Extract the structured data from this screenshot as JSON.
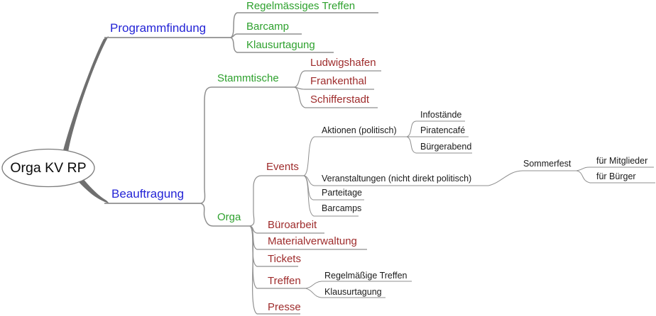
{
  "palette": {
    "level1_text": "#2424d6",
    "level2_text": "#2ea12e",
    "level3_text": "#9e2b2b",
    "level4_text": "#1a1a1a",
    "edge_line": "#8f8f8f",
    "root_trunk": "#6f6f6f",
    "background": "#ffffff"
  },
  "root": {
    "label": "Orga KV RP"
  },
  "nodes": {
    "programmfindung": {
      "label": "Programmfindung",
      "parent": "root"
    },
    "regelmaessiges_treffen": {
      "label": "Regelmässiges Treffen",
      "parent": "programmfindung"
    },
    "barcamp": {
      "label": "Barcamp",
      "parent": "programmfindung"
    },
    "klausurtagung_prog": {
      "label": "Klausurtagung",
      "parent": "programmfindung"
    },
    "beauftragung": {
      "label": "Beauftragung",
      "parent": "root"
    },
    "stammtische": {
      "label": "Stammtische",
      "parent": "beauftragung"
    },
    "ludwigshafen": {
      "label": "Ludwigshafen",
      "parent": "stammtische"
    },
    "frankenthal": {
      "label": "Frankenthal",
      "parent": "stammtische"
    },
    "schifferstadt": {
      "label": "Schifferstadt",
      "parent": "stammtische"
    },
    "orga": {
      "label": "Orga",
      "parent": "beauftragung"
    },
    "events": {
      "label": "Events",
      "parent": "orga"
    },
    "aktionen": {
      "label": "Aktionen (politisch)",
      "parent": "events"
    },
    "infostaende": {
      "label": "Infostände",
      "parent": "aktionen"
    },
    "piratencafe": {
      "label": "Piratencafé",
      "parent": "aktionen"
    },
    "buergerabend": {
      "label": "Bürgerabend",
      "parent": "aktionen"
    },
    "veranstaltungen": {
      "label": "Veranstaltungen (nicht direkt politisch)",
      "parent": "events"
    },
    "sommerfest": {
      "label": "Sommerfest",
      "parent": "veranstaltungen"
    },
    "fuer_mitglieder": {
      "label": "für Mitglieder",
      "parent": "sommerfest"
    },
    "fuer_buerger": {
      "label": "für Bürger",
      "parent": "sommerfest"
    },
    "parteitage": {
      "label": "Parteitage",
      "parent": "events"
    },
    "barcamps": {
      "label": "Barcamps",
      "parent": "events"
    },
    "bueroarbeit": {
      "label": "Büroarbeit",
      "parent": "orga"
    },
    "materialverwaltung": {
      "label": "Materialverwaltung",
      "parent": "orga"
    },
    "tickets": {
      "label": "Tickets",
      "parent": "orga"
    },
    "treffen": {
      "label": "Treffen",
      "parent": "orga"
    },
    "regelmaessige_treffen": {
      "label": "Regelmäßige Treffen",
      "parent": "treffen"
    },
    "klausurtagung_treffen": {
      "label": "Klausurtagung",
      "parent": "treffen"
    },
    "presse": {
      "label": "Presse",
      "parent": "orga"
    }
  }
}
